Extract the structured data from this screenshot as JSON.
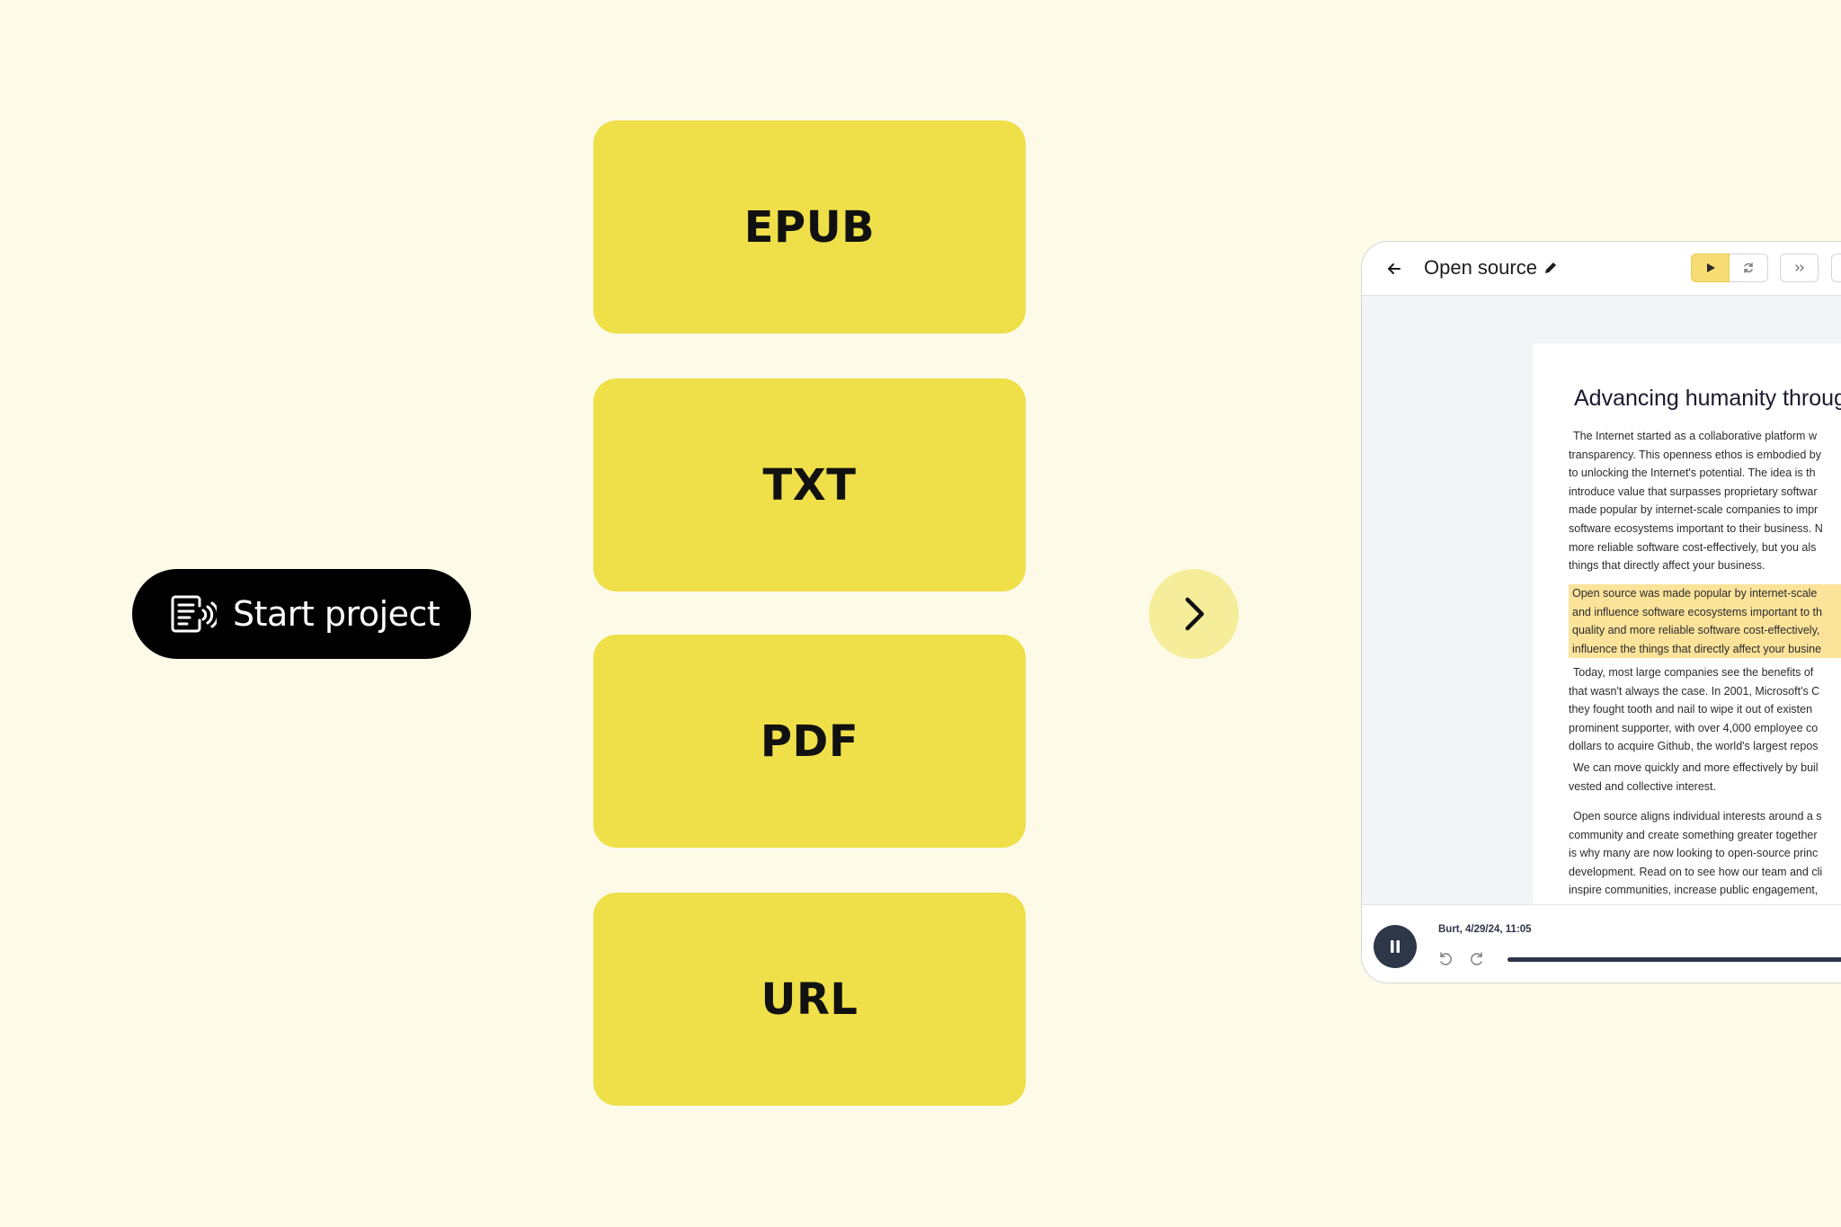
{
  "start": {
    "label": "Start project"
  },
  "formats": [
    {
      "label": "EPUB"
    },
    {
      "label": "TXT"
    },
    {
      "label": "PDF"
    },
    {
      "label": "URL"
    }
  ],
  "app": {
    "title": "Open source",
    "doc_heading": "Advancing humanity throug",
    "paragraphs": [
      {
        "highlighted": false,
        "lines": [
          "The Internet started as a collaborative platform w",
          "transparency. This openness ethos is embodied by",
          "to unlocking the Internet's potential. The idea is th",
          "introduce value that surpasses proprietary softwar",
          "made popular by internet-scale companies to impr",
          "software ecosystems important to their business. N",
          "more reliable software cost-effectively, but you als",
          "things that directly affect your business."
        ]
      },
      {
        "highlighted": true,
        "lines": [
          "Open source was made popular by internet-scale",
          "and influence software ecosystems important to th",
          "quality and more reliable software cost-effectively,",
          "influence the things that directly affect your busine"
        ]
      },
      {
        "highlighted": false,
        "lines": [
          "Today, most large companies see the benefits of",
          "that wasn't always the case. In 2001, Microsoft's C",
          "they fought tooth and nail to wipe it out of existen",
          "prominent supporter, with over 4,000 employee co",
          "dollars to acquire Github, the world's largest repos"
        ]
      },
      {
        "highlighted": false,
        "lines": [
          "We can move quickly and more effectively by buil",
          "vested and collective interest."
        ]
      },
      {
        "highlighted": false,
        "lines": [
          "Open source aligns individual interests around a s",
          "community and create something greater together",
          "is why many are now looking to open-source princ",
          "development. Read on to see how our team and cli",
          "inspire communities, increase public engagement,"
        ]
      }
    ],
    "player": {
      "meta": "Burt, 4/29/24, 11:05",
      "progress": 0.92
    }
  },
  "colors": {
    "background": "#fdfbe8",
    "card": "#efdf49",
    "next_circle": "#f5ed9a",
    "highlight": "#fbe39a",
    "player_dark": "#2d3748"
  },
  "icons": {
    "start": "document-audio-icon",
    "next": "chevron-right-icon",
    "back": "arrow-left-icon",
    "edit": "pencil-icon",
    "play": "play-icon",
    "refresh": "refresh-icon",
    "forward": "fast-forward-icon",
    "pause": "pause-icon",
    "rewind": "skip-back-icon",
    "skip": "skip-forward-icon"
  }
}
